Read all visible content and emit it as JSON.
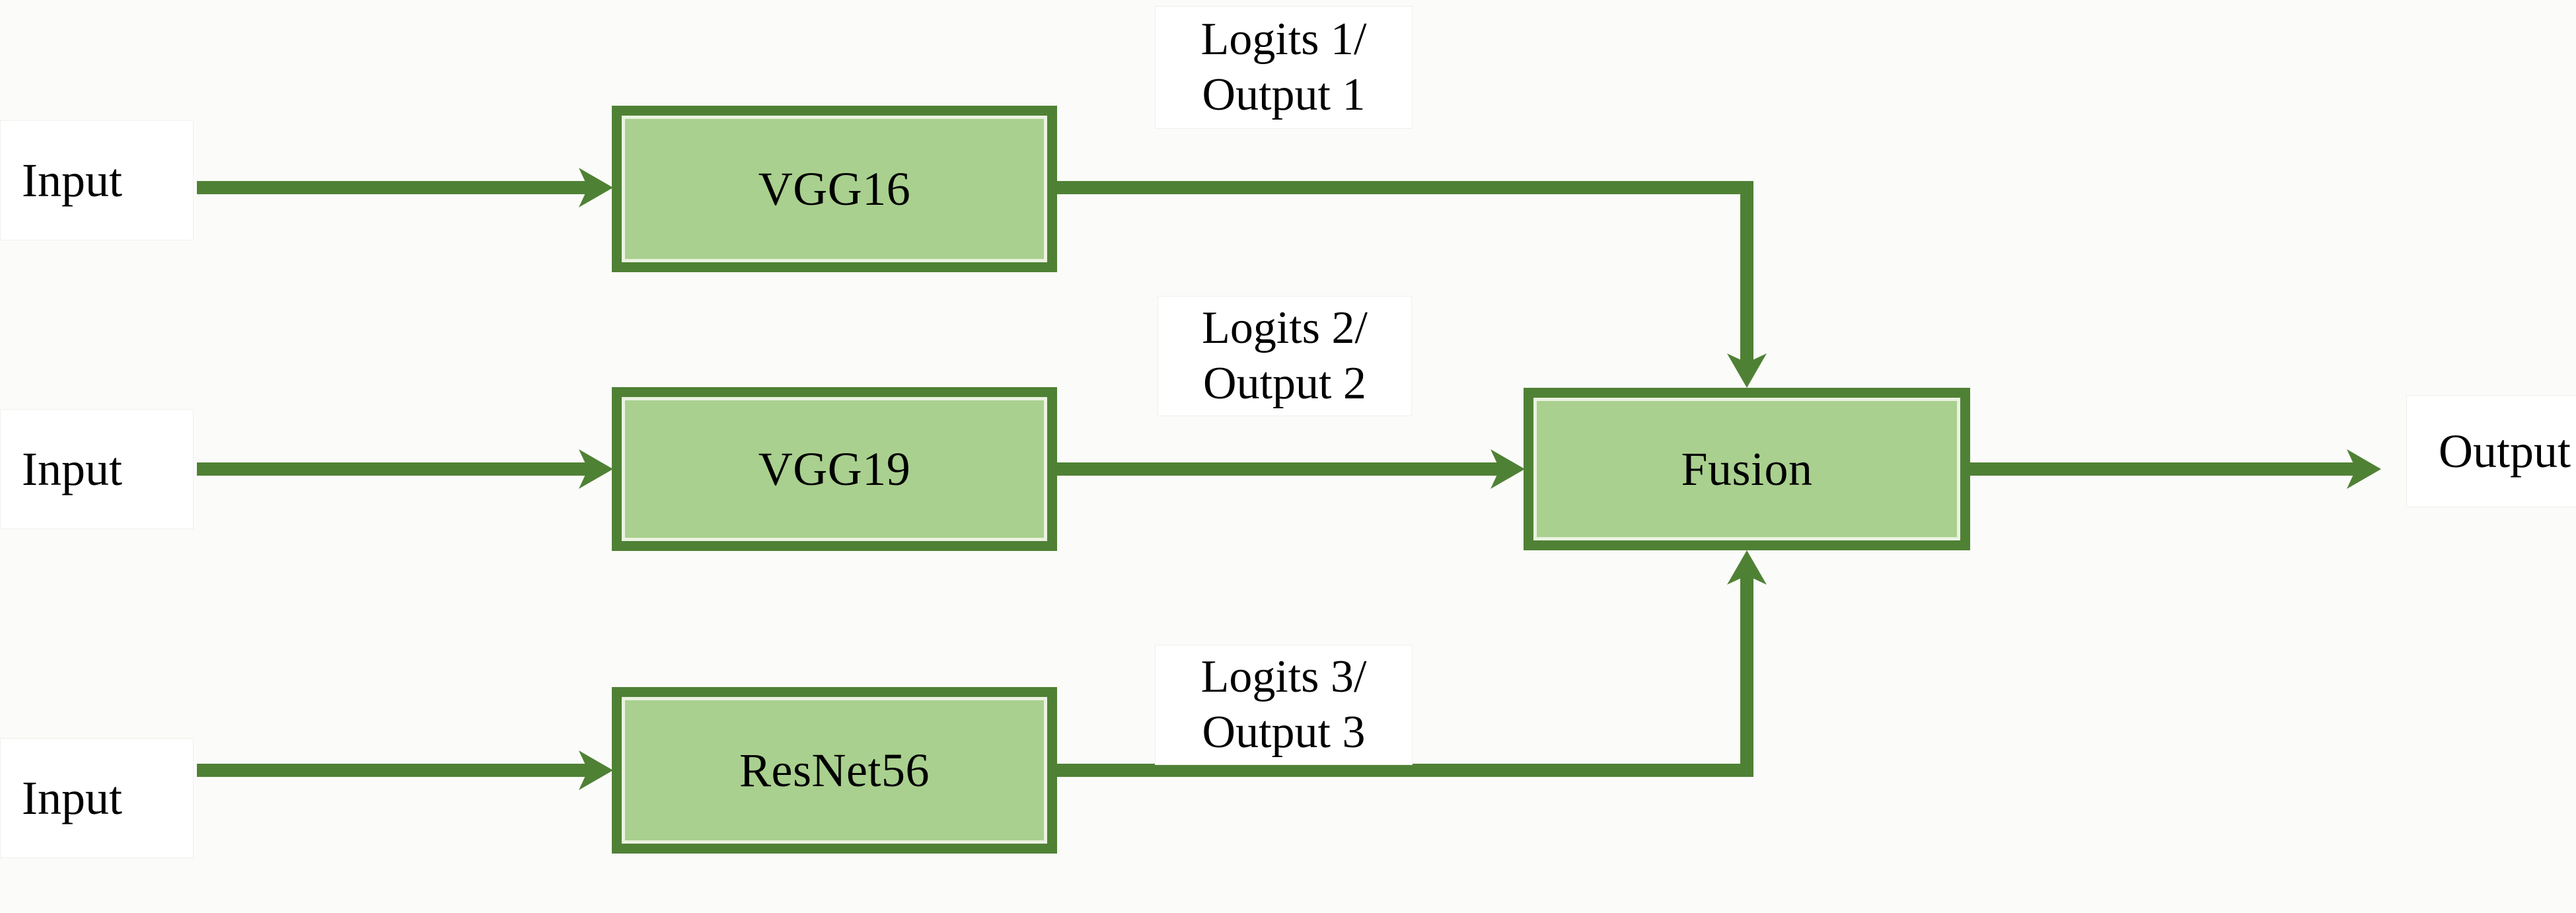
{
  "colors": {
    "background": "#fbfbf9",
    "label_bg": "#ffffff",
    "label_border": "#f0efeb",
    "box_fill": "#a9d08e",
    "box_border": "#4f8135",
    "box_inner_edge": "#ebf2e1",
    "arrow": "#4f8135",
    "text": "#000000"
  },
  "nodes": {
    "vgg16": {
      "label": "VGG16"
    },
    "vgg19": {
      "label": "VGG19"
    },
    "resnet56": {
      "label": "ResNet56"
    },
    "fusion": {
      "label": "Fusion"
    }
  },
  "inputs": {
    "row1": "Input",
    "row2": "Input",
    "row3": "Input"
  },
  "output": {
    "label": "Output"
  },
  "edge_labels": {
    "e1": {
      "line1": "Logits 1/",
      "line2": "Output 1"
    },
    "e2": {
      "line1": "Logits 2/",
      "line2": "Output 2"
    },
    "e3": {
      "line1": "Logits 3/",
      "line2": "Output 3"
    }
  },
  "edges": [
    {
      "from": "input-1",
      "to": "vgg16"
    },
    {
      "from": "input-2",
      "to": "vgg19"
    },
    {
      "from": "input-3",
      "to": "resnet56"
    },
    {
      "from": "vgg16",
      "to": "fusion",
      "label": "Logits 1/ Output 1"
    },
    {
      "from": "vgg19",
      "to": "fusion",
      "label": "Logits 2/ Output 2"
    },
    {
      "from": "resnet56",
      "to": "fusion",
      "label": "Logits 3/ Output 3"
    },
    {
      "from": "fusion",
      "to": "output"
    }
  ]
}
